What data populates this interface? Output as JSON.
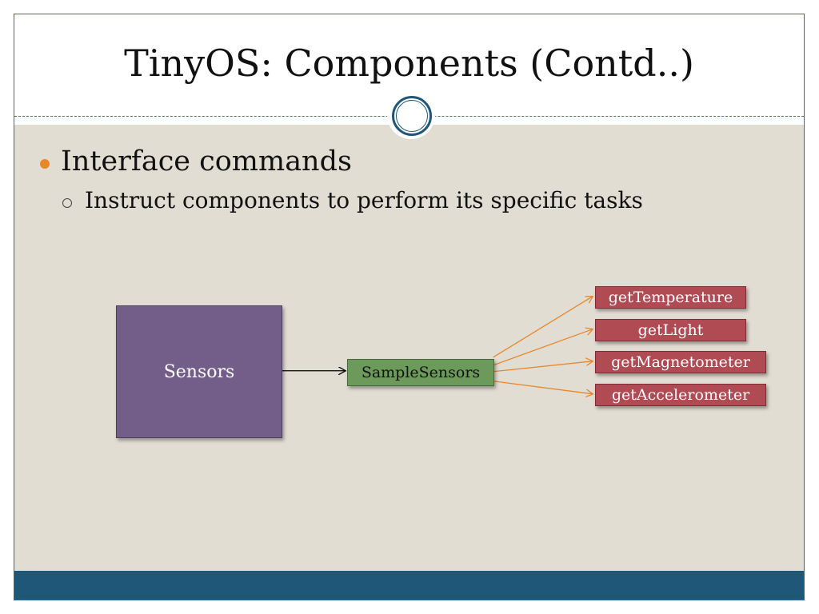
{
  "slide": {
    "title": "TinyOS: Components (Contd..)",
    "bullets": [
      {
        "level": 1,
        "text": "Interface commands"
      },
      {
        "level": 2,
        "text": "Instruct components to perform its specific tasks"
      }
    ]
  },
  "diagram": {
    "source": "Sensors",
    "component": "SampleSensors",
    "commands": [
      "getTemperature",
      "getLight",
      "getMagnetometer",
      "getAccelerometer"
    ]
  },
  "colors": {
    "title_bar_bg": "#ffffff",
    "content_bg": "#e1ddd2",
    "footer_bar": "#1e5777",
    "bullet_dot": "#e8862a",
    "sensors_box": "#725e89",
    "component_box": "#6c9a5b",
    "command_box": "#b04b54",
    "connector_black": "#000000",
    "connector_orange": "#e8862a"
  },
  "icons": {
    "title_ornament": "double-ring-circle-icon",
    "bullet_level1": "filled-dot-icon",
    "bullet_level2": "hollow-ring-icon"
  }
}
